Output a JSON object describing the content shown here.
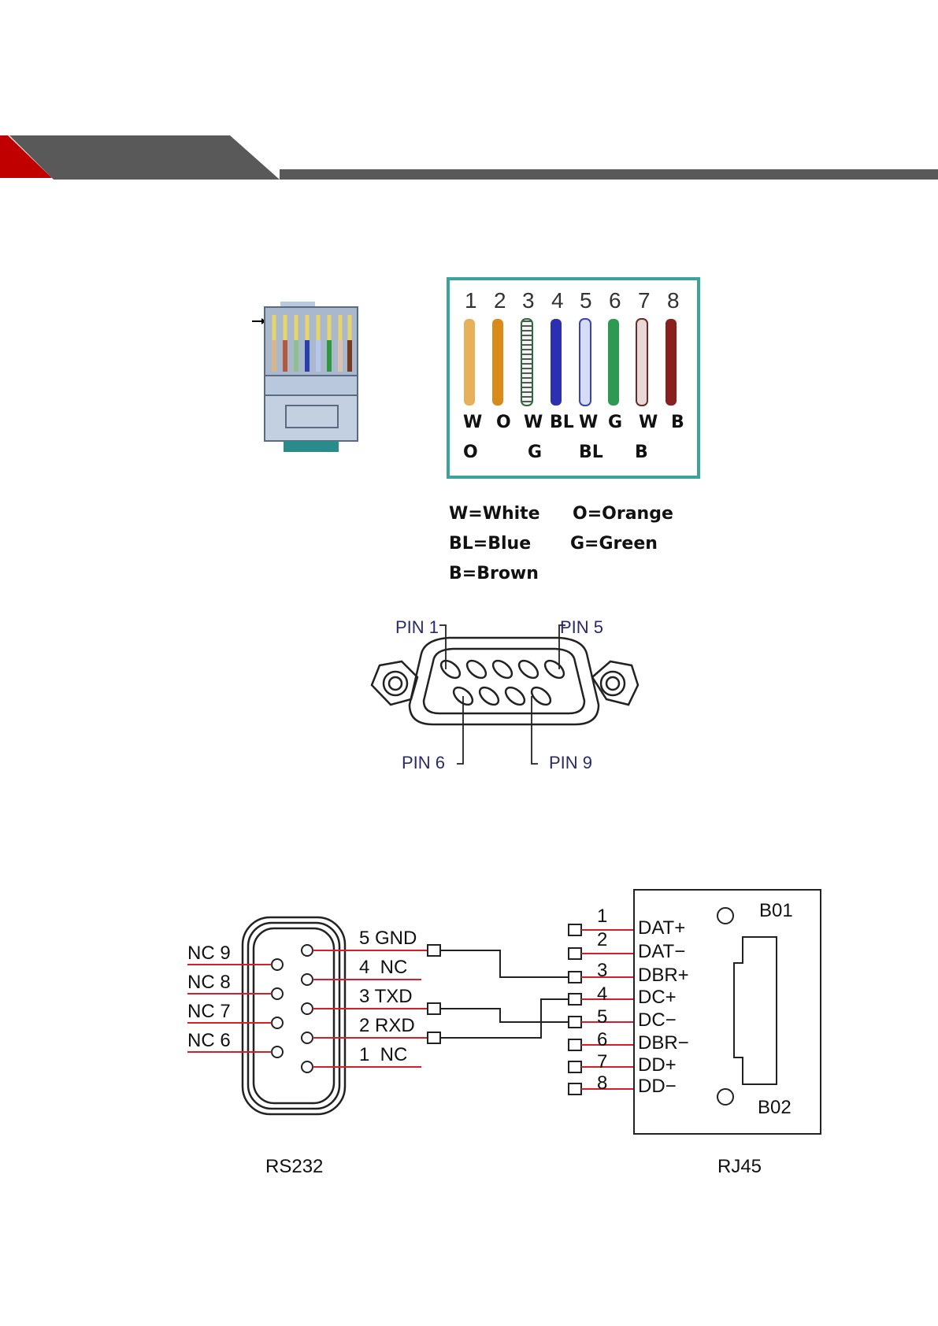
{
  "rj45_colors": {
    "numbers": [
      "1",
      "2",
      "3",
      "4",
      "5",
      "6",
      "7",
      "8"
    ],
    "codes_row1": [
      "W",
      "O",
      "W",
      "BL",
      "W",
      "G",
      "W",
      "B"
    ],
    "codes_row2": [
      "O",
      "G",
      "BL",
      "B"
    ]
  },
  "legend": {
    "white": "W=White",
    "orange": "O=Orange",
    "blue": "BL=Blue",
    "green": "G=Green",
    "brown": "B=Brown"
  },
  "db9": {
    "pin1": "PIN 1",
    "pin5": "PIN 5",
    "pin6": "PIN 6",
    "pin9": "PIN 9"
  },
  "wiring": {
    "rs232_left": [
      "NC 9",
      "NC 8",
      "NC 7",
      "NC 6"
    ],
    "rs232_right": [
      "5 GND",
      "4  NC",
      "3 TXD",
      "2 RXD",
      "1  NC"
    ],
    "rj45_nums": [
      "1",
      "2",
      "3",
      "4",
      "5",
      "6",
      "7",
      "8"
    ],
    "rj45_signals": [
      "DAT+",
      "DAT−",
      "DBR+",
      "DC+",
      "DC−",
      "DBR−",
      "DD+",
      "DD−"
    ],
    "b01": "B01",
    "b02": "B02",
    "rs232_caption": "RS232",
    "rj45_caption": "RJ45"
  },
  "colors": {
    "accent_red": "#c00000",
    "header_gray": "#595959",
    "wire_red": "#d21f2a",
    "frame_teal": "#3aa39b"
  }
}
